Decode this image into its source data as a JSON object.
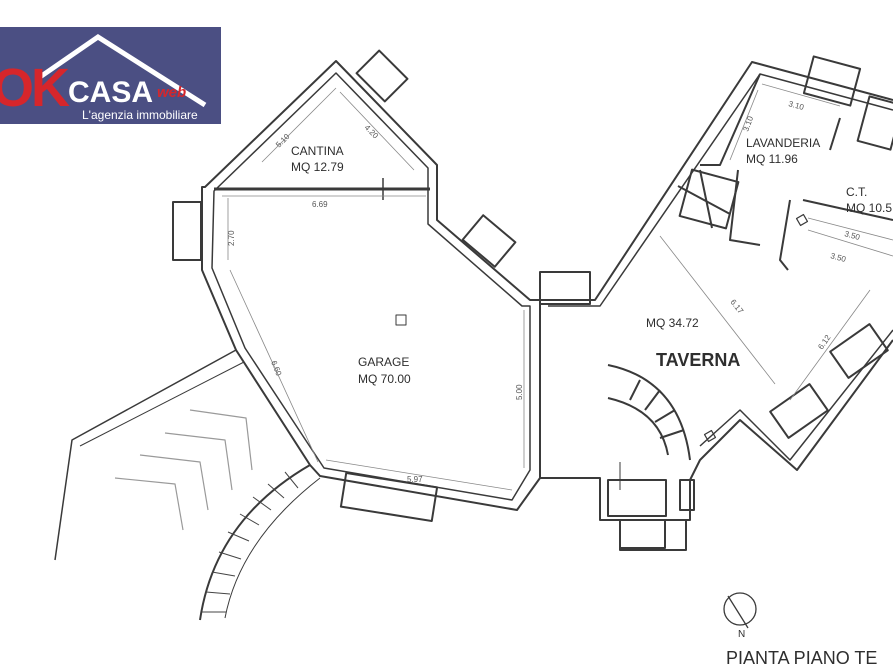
{
  "logo": {
    "ok": "OK",
    "casa": "CASA",
    "web": "web",
    "tagline": "L'agenzia immobiliare",
    "colors": {
      "background": "#4b4f83",
      "red": "#d6262b",
      "white": "#ffffff"
    }
  },
  "rooms": {
    "cantina": {
      "name": "CANTINA",
      "area": "MQ 12.79"
    },
    "garage": {
      "name": "GARAGE",
      "area": "MQ 70.00"
    },
    "lavanderia": {
      "name": "LAVANDERIA",
      "area": "MQ 11.96"
    },
    "ct": {
      "name": "C.T.",
      "area": "MQ 10.5"
    },
    "taverna": {
      "name": "TAVERNA",
      "area": "MQ 34.72"
    }
  },
  "dimensions": {
    "cantina_left": "5.10",
    "cantina_right": "4.20",
    "garage_top": "6.69",
    "garage_left_short": "2.70",
    "garage_left": "6.60",
    "garage_bottom": "5.97",
    "garage_right": "5.00",
    "lav_top": "3.10",
    "lav_left": "3.10",
    "ct_a": "3.50",
    "ct_b": "3.50",
    "taverna_diag": "6.17",
    "taverna_right": "6.12"
  },
  "north": "N",
  "footer_title": "PIANTA PIANO TE"
}
